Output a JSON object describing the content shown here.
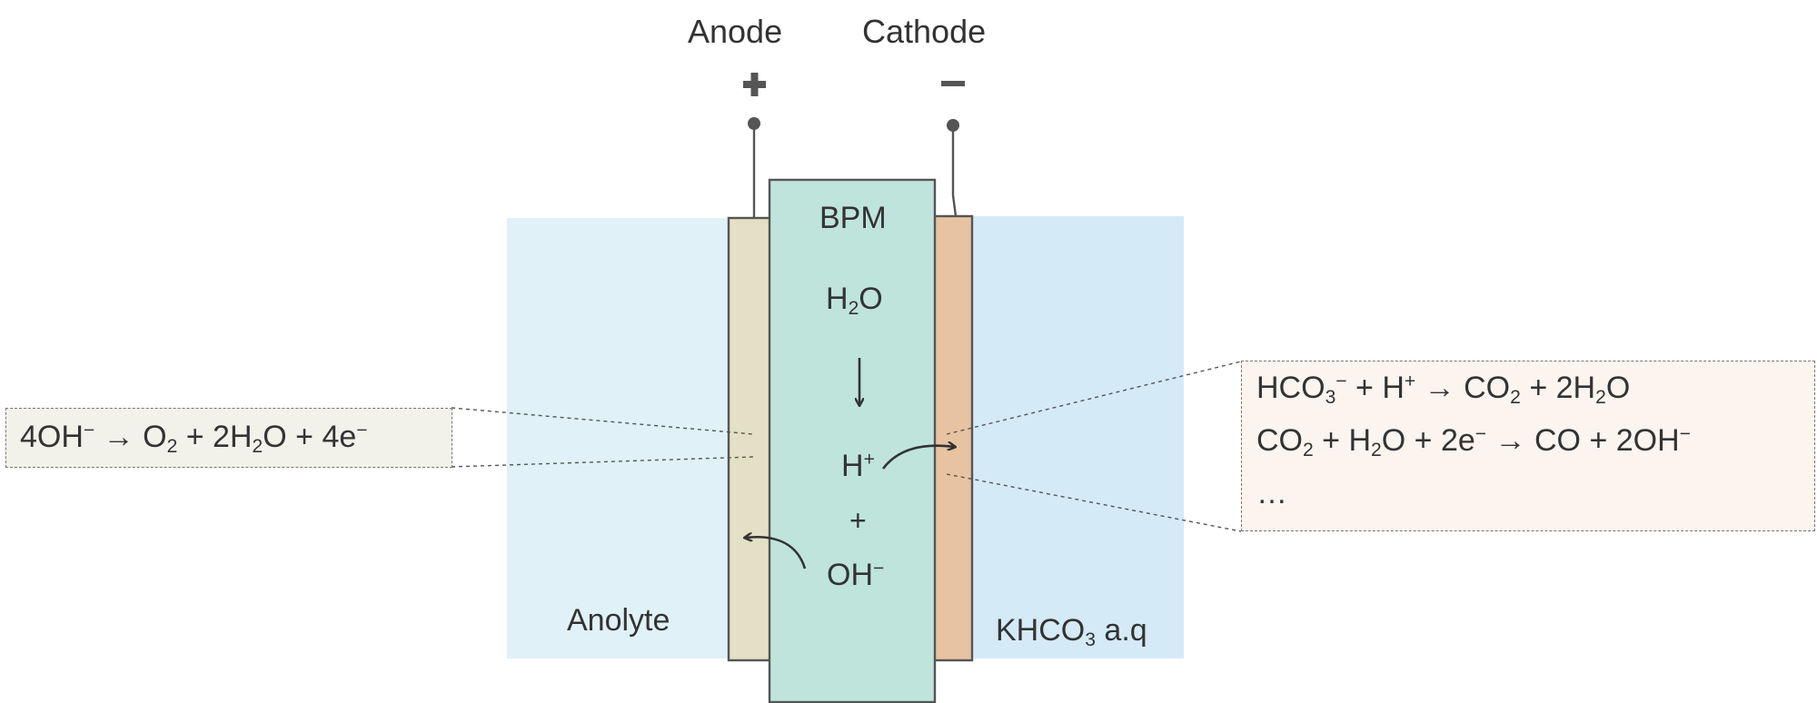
{
  "terminals": {
    "anode": {
      "label": "Anode",
      "sign": "+"
    },
    "cathode": {
      "label": "Cathode",
      "sign": "−"
    }
  },
  "membrane": {
    "label": "BPM",
    "water": {
      "main": "H",
      "sub": "2",
      "tail": "O"
    },
    "proton": {
      "main": "H",
      "sup": "+"
    },
    "plus": "+",
    "hydroxide": {
      "main": "OH",
      "sup": "−"
    }
  },
  "compartments": {
    "anolyte": "Anolyte",
    "catholyte": {
      "main": "KHCO",
      "sub": "3",
      "tail": " a.q"
    }
  },
  "anode_reaction": {
    "parts": [
      "4OH",
      "−",
      " → O",
      "2",
      " + 2H",
      "2",
      "O + 4e",
      "−"
    ]
  },
  "cathode_reactions": {
    "line1": [
      "HCO",
      "3",
      "−",
      " + H",
      "+",
      " → CO",
      "2",
      " + 2H",
      "2",
      "O"
    ],
    "line2": [
      "CO",
      "2",
      " + H",
      "2",
      "O + 2e",
      "−",
      " → CO + 2OH",
      "−"
    ],
    "line3": "…"
  },
  "colors": {
    "anolyte_bg": "#e0f1f8",
    "catholyte_bg": "#d5eaf7",
    "membrane_fill": "#bfe4dc",
    "anode_plate": "#e4e0c5",
    "cathode_plate": "#e8c3a2",
    "anode_box": "#f3f2ea",
    "cathode_box": "#fbf4ef",
    "line": "#444444"
  }
}
